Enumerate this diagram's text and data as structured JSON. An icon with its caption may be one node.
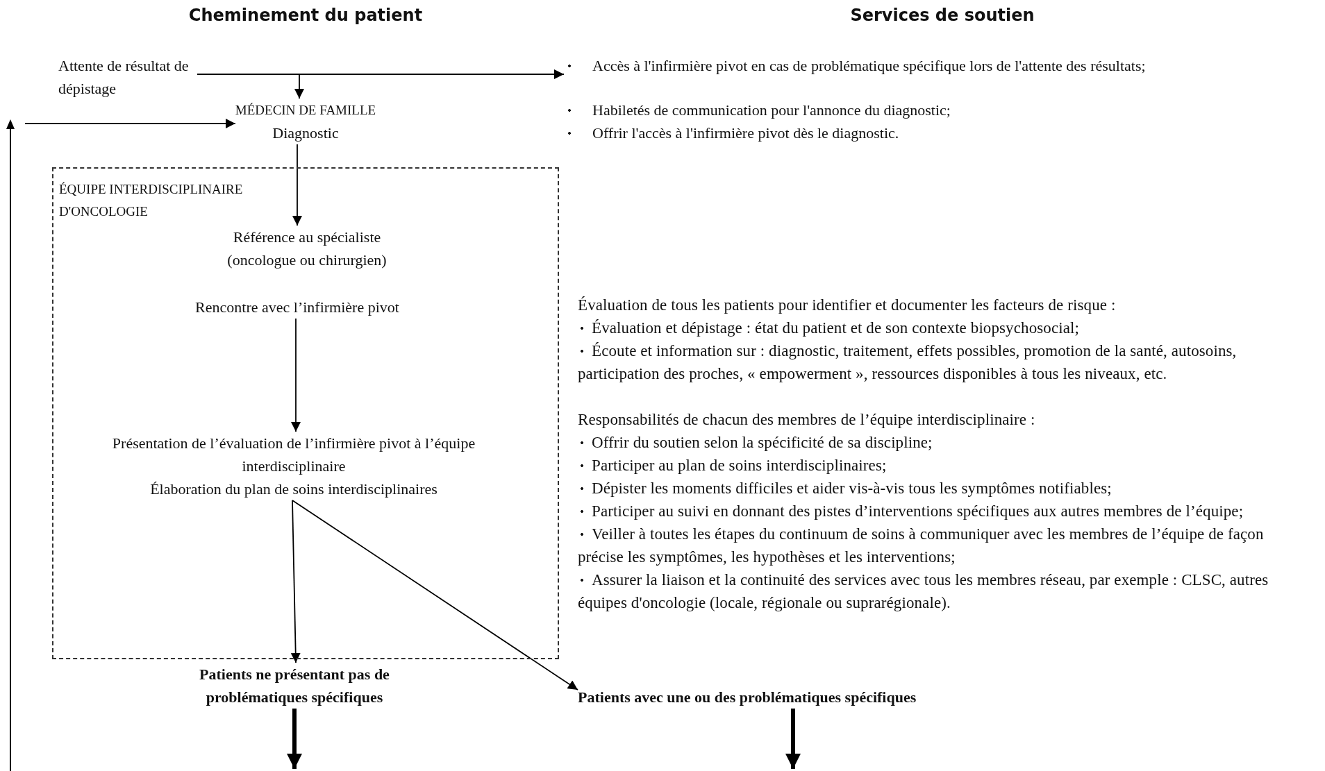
{
  "diagram": {
    "nodes": [
      {
        "text": [
          "Attente de résultat de dépistage"
        ]
      },
      {
        "text": [
          "MÉDECIN DE FAMILLE",
          "Diagnostic"
        ]
      },
      {
        "text": [
          "ÉQUIPE INTERDISCIPLINAIRE D'ONCOLOGIE"
        ]
      },
      {
        "text": [
          "Référence au spécialiste (oncologue ou chirurgien)"
        ],
        "in": 2
      },
      {
        "text": [
          "Rencontre avec l’infirmière pivot"
        ],
        "in": 2
      },
      {
        "text": [
          "Présentation de l’évaluation de l’infirmière pivot à l’équipe interdisciplinaire",
          "Élaboration du plan de soins interdisciplinaires"
        ],
        "in": 2
      },
      {
        "text": [
          "Patients ne présentant pas de problématiques spécifiques"
        ]
      },
      {
        "text": [
          "Patients avec une ou des problématiques spécifiques"
        ]
      },
      {
        "text": [
          "Accès à l'infirmière pivot en cas de problématique spécifique lors de l'attente des résultats;"
        ]
      }
    ],
    "edges": [
      {
        "from": 0,
        "to": 8,
        "arrow": "to"
      },
      {
        "from": 0,
        "to": 1,
        "arrow": "to"
      },
      {
        "from": null,
        "to": 1,
        "arrow": "to"
      },
      {
        "from": 1,
        "to": 3,
        "arrow": "to"
      },
      {
        "from": 4,
        "to": 5,
        "arrow": "to"
      },
      {
        "from": 5,
        "to": 6,
        "arrow": "to"
      },
      {
        "from": 5,
        "to": 7,
        "arrow": "to"
      },
      {
        "from": 6,
        "to": null,
        "arrow": "to",
        "style": "thick"
      },
      {
        "from": 7,
        "to": null,
        "arrow": "to",
        "style": "thick"
      }
    ],
    "labels": [
      "Cheminement du patient",
      "Services de soutien",
      "Habiletés de communication pour l'annonce du diagnostic;",
      "Offrir l'accès à l'infirmière pivot dès le diagnostic.",
      "Évaluation de tous les patients pour identifier et documenter les facteurs de risque :",
      "Évaluation et dépistage : état du patient et de son contexte biopsychosocial;",
      "Écoute et information sur : diagnostic, traitement, effets possibles, promotion de la santé, autosoins, participation des proches, « empowerment », ressources disponibles à tous les niveaux, etc.",
      "Responsabilités de chacun des membres de l’équipe interdisciplinaire :",
      "Offrir du soutien selon la spécificité de sa discipline;",
      "Participer au plan de soins interdisciplinaires;",
      "Dépister les moments difficiles et aider vis-à-vis tous les symptômes notifiables;",
      "Participer au suivi en donnant des pistes d’interventions spécifiques aux autres membres de l’équipe;",
      "Veiller à toutes les étapes du continuum de soins à communiquer avec les membres de l’équipe de façon précise les symptômes, les hypothèses et les interventions;",
      "Assurer la liaison et la continuité des services avec tous les membres réseau, par exemple : CLSC, autres équipes d'oncologie (locale, régionale ou suprarégionale)."
    ]
  }
}
